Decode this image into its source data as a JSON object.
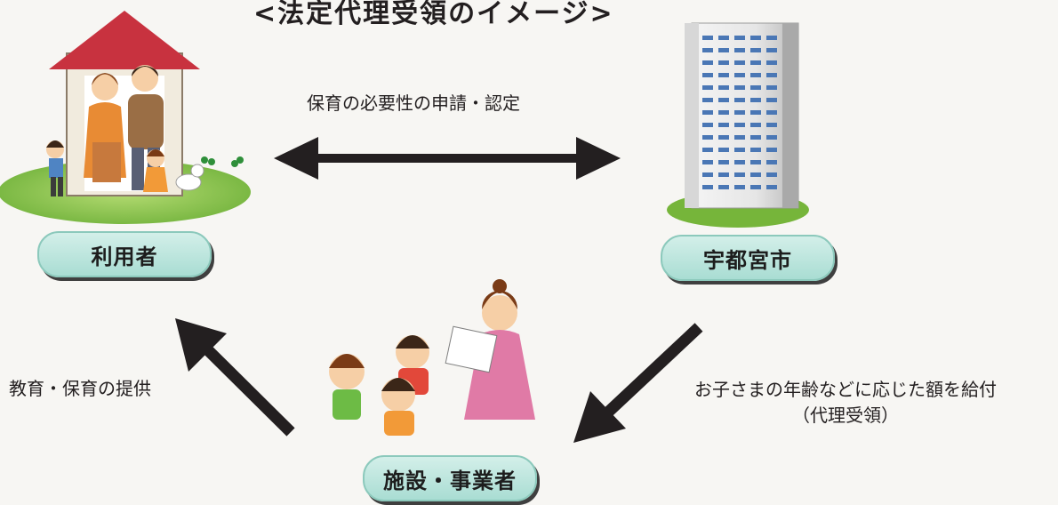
{
  "title": "<法定代理受領のイメージ>",
  "nodes": {
    "user": "利用者",
    "city": "宇都宮市",
    "facility": "施設・事業者"
  },
  "edges": {
    "user_city": "保育の必要性の申請・認定",
    "facility_user": "教育・保育の提供",
    "city_facility_line1": "お子さまの年齢などに応じた額を給付",
    "city_facility_line2": "（代理受領）"
  },
  "colors": {
    "arrow": "#231f20",
    "pill_fill": "#b8e2d9",
    "pill_border": "#8cc9bc",
    "roof": "#c8323f",
    "grass": "#8cc63f"
  }
}
